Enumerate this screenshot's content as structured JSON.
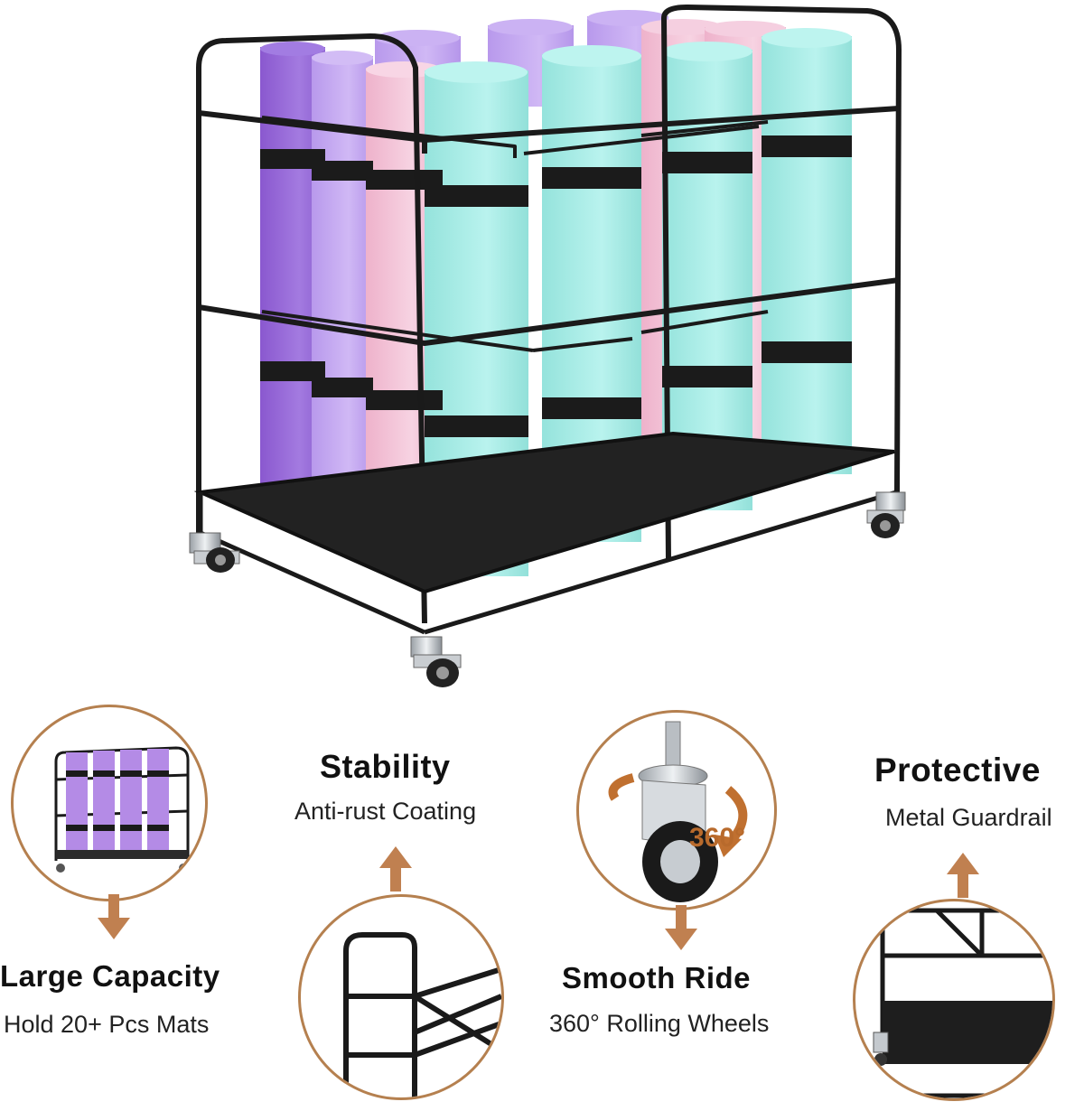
{
  "colors": {
    "accent": "#b5804f",
    "arrow": "#c08050",
    "frame": "#1a1a1a",
    "mat_purple": "#9b6fd8",
    "mat_lavender": "#c4a9f0",
    "mat_pink": "#f1c2d6",
    "mat_cyan": "#a9ece6"
  },
  "features": [
    {
      "title": "Large Capacity",
      "subtitle": "Hold 20+ Pcs Mats",
      "icon": "rack-thumbnail-icon"
    },
    {
      "title": "Stability",
      "subtitle": "Anti-rust Coating",
      "icon": "frame-corner-icon"
    },
    {
      "title": "Smooth Ride",
      "subtitle": "360° Rolling Wheels",
      "icon": "caster-wheel-icon",
      "badge": "360°"
    },
    {
      "title": "Protective",
      "subtitle": "Metal Guardrail",
      "icon": "guardrail-base-icon"
    }
  ]
}
